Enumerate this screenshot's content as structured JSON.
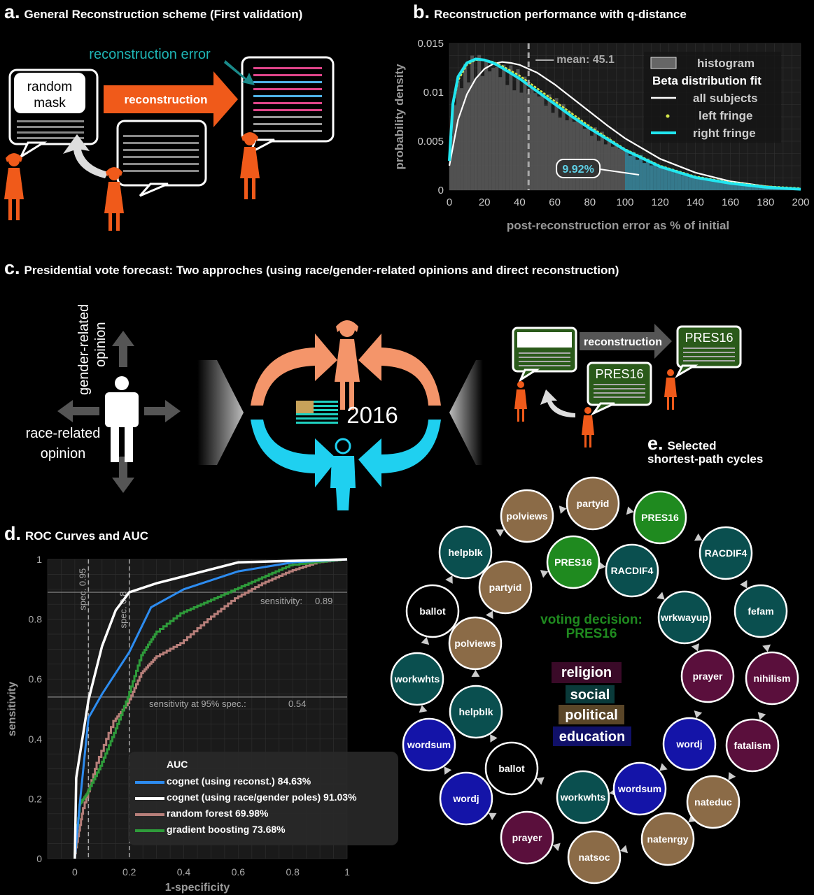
{
  "panel_a": {
    "letter": "a.",
    "title": "General Reconstruction scheme (First validation)",
    "bubble_text_1": "random",
    "bubble_text_2": "mask",
    "arrow_label": "reconstruction",
    "error_label": "reconstruction error"
  },
  "panel_b": {
    "letter": "b.",
    "title": "Reconstruction performance with q-distance",
    "mean_label": "mean: 45.1",
    "percent_callout": "9.92%",
    "legend": {
      "histogram": "histogram",
      "beta_fit": "Beta distribution fit",
      "all_subjects": "all subjects",
      "left_fringe": "left fringe",
      "right_fringe": "right fringe"
    }
  },
  "panel_c": {
    "letter": "c.",
    "title": "Presidential vote forecast: Two approches (using race/gender-related opinions and direct reconstruction)",
    "gender_label_1": "gender-related",
    "gender_label_2": "opinion",
    "race_label_1": "race-related",
    "race_label_2": "opinion",
    "year": "2016",
    "reconstruction_label": "reconstruction",
    "pres_label": "PRES16"
  },
  "panel_d": {
    "letter": "d.",
    "title": "ROC Curves and AUC",
    "spec95": "spec. 0.95",
    "spec80": "spec. 0.8",
    "sens_label": "sensitivity:",
    "sens_value": "0.89",
    "sens95_label": "sensitivity at 95% spec.:",
    "sens95_value": "0.54",
    "legend_title": "AUC",
    "legend": [
      {
        "label": "cognet (using reconst.) 84.63%",
        "color": "#2d8cf0"
      },
      {
        "label": "cognet (using race/gender poles) 91.03%",
        "color": "#ffffff"
      },
      {
        "label": "random forest 69.98%",
        "color": "#b77f7a"
      },
      {
        "label": "gradient boosting 73.68%",
        "color": "#2e9b3a"
      }
    ]
  },
  "panel_e": {
    "letter": "e.",
    "title_1": "Selected",
    "title_2": "shortest-path cycles",
    "voting_1": "voting decision:",
    "voting_2": "PRES16",
    "categories": [
      {
        "label": "religion",
        "color": "#5a0f3c"
      },
      {
        "label": "social",
        "color": "#0a4a4a"
      },
      {
        "label": "political",
        "color": "#6b5535"
      },
      {
        "label": "education",
        "color": "#13137a"
      }
    ],
    "nodes": [
      {
        "label": "partyid",
        "color": "#8b6b47"
      },
      {
        "label": "PRES16",
        "color": "#1f8a1f"
      },
      {
        "label": "RACDIF4",
        "color": "#0a4f4f"
      },
      {
        "label": "fefam",
        "color": "#0a4f4f"
      },
      {
        "label": "nihilism",
        "color": "#5a0f3c"
      },
      {
        "label": "fatalism",
        "color": "#5a0f3c"
      },
      {
        "label": "nateduc",
        "color": "#8b6b47"
      },
      {
        "label": "natenrgy",
        "color": "#8b6b47"
      },
      {
        "label": "natsoc",
        "color": "#8b6b47"
      },
      {
        "label": "prayer",
        "color": "#5a0f3c"
      },
      {
        "label": "wordj",
        "color": "#1414a8"
      },
      {
        "label": "wordsum",
        "color": "#1414a8"
      },
      {
        "label": "workwhts",
        "color": "#0a4f4f"
      },
      {
        "label": "ballot",
        "color": "#000000"
      },
      {
        "label": "helpblk",
        "color": "#0a4f4f"
      },
      {
        "label": "polviews",
        "color": "#8b6b47"
      },
      {
        "label": "PRES16",
        "color": "#1f8a1f"
      },
      {
        "label": "RACDIF4",
        "color": "#0a4f4f"
      },
      {
        "label": "wrkwayup",
        "color": "#0a4f4f"
      },
      {
        "label": "prayer",
        "color": "#5a0f3c"
      },
      {
        "label": "wordj",
        "color": "#1414a8"
      },
      {
        "label": "wordsum",
        "color": "#1414a8"
      },
      {
        "label": "workwhts",
        "color": "#0a4f4f"
      },
      {
        "label": "ballot",
        "color": "#000000"
      },
      {
        "label": "helpblk",
        "color": "#0a4f4f"
      },
      {
        "label": "polviews",
        "color": "#8b6b47"
      },
      {
        "label": "partyid",
        "color": "#8b6b47"
      }
    ]
  },
  "chart_data": [
    {
      "type": "area",
      "xlabel": "post-reconstruction error as % of initial",
      "ylabel": "probability density",
      "xlim": [
        0,
        200
      ],
      "ylim": [
        0,
        0.015
      ],
      "xticks": [
        "0",
        "20",
        "40",
        "60",
        "80",
        "100",
        "120",
        "140",
        "160",
        "180",
        "200"
      ],
      "yticks": [
        "0",
        "0.005",
        "0.01",
        "0.015"
      ],
      "grid": true,
      "legend_position": "top-right",
      "mean": 45.1,
      "series": [
        {
          "name": "all subjects",
          "x": [
            0,
            5,
            10,
            15,
            20,
            25,
            30,
            35,
            40,
            50,
            60,
            70,
            80,
            90,
            100,
            120,
            140,
            160,
            180,
            200
          ],
          "y": [
            0.0025,
            0.0072,
            0.0098,
            0.0114,
            0.0124,
            0.0129,
            0.0131,
            0.013,
            0.0128,
            0.012,
            0.0108,
            0.0094,
            0.008,
            0.0066,
            0.0053,
            0.0032,
            0.0018,
            0.0009,
            0.0004,
            0.0001
          ]
        },
        {
          "name": "left fringe",
          "x": [
            0,
            2,
            5,
            10,
            15,
            20,
            25,
            30,
            40,
            50,
            60,
            70,
            80,
            100,
            120,
            140,
            160,
            180,
            200
          ],
          "y": [
            0.0032,
            0.0085,
            0.0112,
            0.0128,
            0.0133,
            0.0133,
            0.0131,
            0.0127,
            0.0117,
            0.0104,
            0.0091,
            0.0078,
            0.0065,
            0.0042,
            0.0025,
            0.0014,
            0.0008,
            0.0004,
            0.0002
          ]
        },
        {
          "name": "right fringe",
          "x": [
            0,
            2,
            5,
            10,
            15,
            20,
            25,
            30,
            40,
            50,
            60,
            70,
            80,
            100,
            120,
            140,
            160,
            180,
            200
          ],
          "y": [
            0.003,
            0.0088,
            0.0116,
            0.013,
            0.0134,
            0.0133,
            0.013,
            0.0125,
            0.0114,
            0.0101,
            0.0088,
            0.0075,
            0.0063,
            0.0041,
            0.0024,
            0.0013,
            0.0007,
            0.0003,
            0.0001
          ]
        }
      ]
    },
    {
      "type": "line",
      "xlabel": "1-specificity",
      "ylabel": "sensitivity",
      "xlim": [
        0,
        1
      ],
      "ylim": [
        0,
        1
      ],
      "xticks": [
        "0",
        "0.2",
        "0.4",
        "0.6",
        "0.8",
        "1"
      ],
      "yticks": [
        "0",
        "0.2",
        "0.4",
        "0.6",
        "0.8",
        "1"
      ],
      "grid": true,
      "legend_position": "bottom-right",
      "series": [
        {
          "name": "cognet (using reconst.) 84.63%",
          "x": [
            0,
            0.02,
            0.05,
            0.1,
            0.2,
            0.28,
            0.4,
            0.6,
            0.8,
            1
          ],
          "y": [
            0,
            0.2,
            0.47,
            0.55,
            0.69,
            0.84,
            0.9,
            0.96,
            0.99,
            1
          ]
        },
        {
          "name": "cognet (using race/gender poles) 91.03%",
          "x": [
            0,
            0.005,
            0.05,
            0.1,
            0.15,
            0.2,
            0.3,
            0.6,
            1
          ],
          "y": [
            0,
            0.27,
            0.53,
            0.71,
            0.83,
            0.89,
            0.92,
            0.99,
            1
          ]
        },
        {
          "name": "random forest 69.98%",
          "x": [
            0,
            0.03,
            0.08,
            0.15,
            0.2,
            0.25,
            0.3,
            0.4,
            0.5,
            0.6,
            0.7,
            0.8,
            0.9,
            1
          ],
          "y": [
            0,
            0.15,
            0.3,
            0.46,
            0.52,
            0.62,
            0.67,
            0.72,
            0.8,
            0.87,
            0.92,
            0.96,
            0.99,
            1
          ]
        },
        {
          "name": "gradient boosting 73.68%",
          "x": [
            0,
            0.02,
            0.05,
            0.1,
            0.15,
            0.2,
            0.25,
            0.3,
            0.4,
            0.5,
            0.6,
            0.7,
            0.8,
            1
          ],
          "y": [
            0,
            0.18,
            0.22,
            0.31,
            0.42,
            0.54,
            0.68,
            0.75,
            0.82,
            0.86,
            0.9,
            0.94,
            0.98,
            1
          ]
        }
      ]
    }
  ]
}
